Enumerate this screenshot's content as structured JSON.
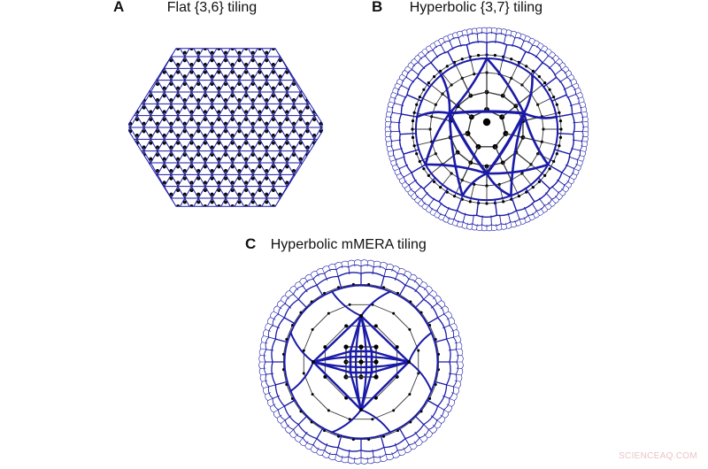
{
  "panels": [
    {
      "letter": "A",
      "title": "Flat {3,6} tiling",
      "kind": "flat-triangular"
    },
    {
      "letter": "B",
      "title": "Hyperbolic {3,7} tiling",
      "kind": "hyperbolic-heptagonal"
    },
    {
      "letter": "C",
      "title": "Hyperbolic mMERA tiling",
      "kind": "hyperbolic-mmera"
    }
  ],
  "colors": {
    "tiling_edges": "#1a1aa8",
    "dual_edges": "#3a3a3a",
    "vertices": "#000000",
    "watermark": "#e8c4c8"
  },
  "watermark": "SCIENCEAQ.COM"
}
